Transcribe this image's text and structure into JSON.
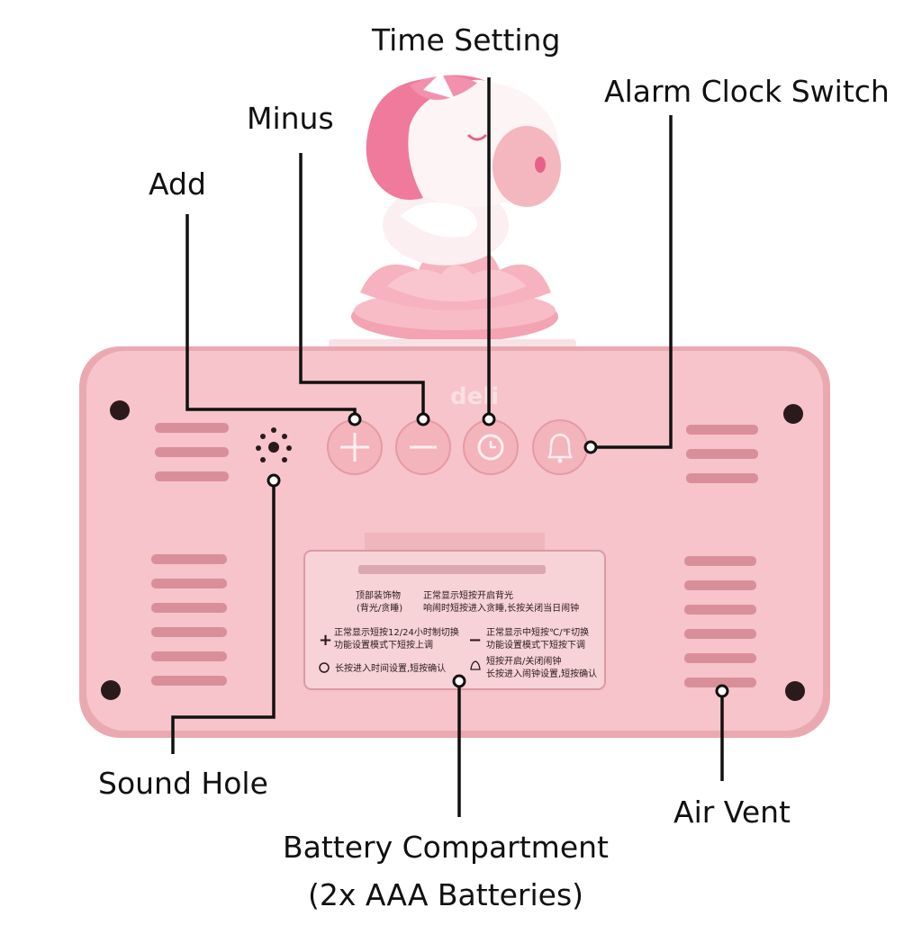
{
  "labels": {
    "time_setting": "Time Setting",
    "alarm_clock_switch": "Alarm Clock Switch",
    "minus": "Minus",
    "add": "Add",
    "sound_hole": "Sound Hole",
    "air_vent": "Air Vent",
    "battery_line1": "Battery Compartment",
    "battery_line2": "(2x AAA Batteries)"
  },
  "device": {
    "brand": "deli",
    "sticker": {
      "line_a1": "顶部装饰物",
      "line_a2": "(背光/贪睡)",
      "line_b1": "正常显示短按开启背光",
      "line_b2": "响闹时短按进入贪睡,长按关闭当日闹钟",
      "plus_1": "正常显示短按12/24小时制切换",
      "plus_2": "功能设置模式下短按上调",
      "minus_1": "正常显示中短按℃/℉切换",
      "minus_2": "功能设置模式下短按下调",
      "clock_1": "长按进入时间设置,短按确认",
      "bell_1": "短按开启/关闭闹钟",
      "bell_2": "长按进入闹钟设置,短按确认"
    }
  },
  "colors": {
    "body": "#f6c4ca",
    "body_dark": "#eaa9b1",
    "vent": "#d98f99",
    "line": "#111111",
    "figure_pink": "#ee7a9a",
    "lotus": "#f7aebd"
  }
}
